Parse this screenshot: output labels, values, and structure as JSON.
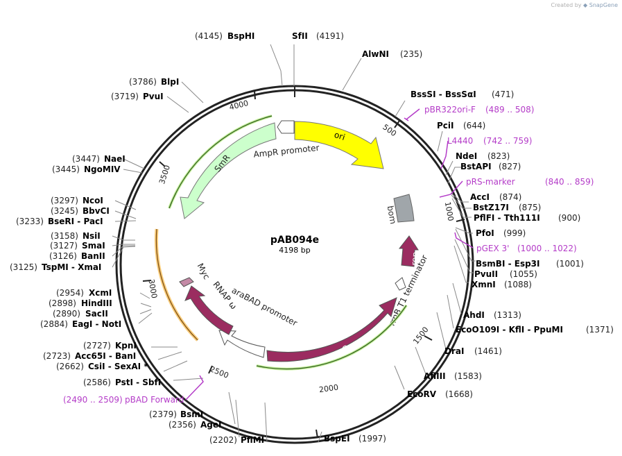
{
  "credit": {
    "prefix": "Created by",
    "brand": "SnapGene"
  },
  "map": {
    "name": "pAB094e",
    "length": "4198 bp",
    "total_bp": 4198
  },
  "ticks": [
    "500",
    "1000",
    "1500",
    "2000",
    "2500",
    "3000",
    "3500",
    "4000"
  ],
  "features": [
    {
      "name": "ori",
      "color": "#ffff00"
    },
    {
      "name": "bom",
      "color": "#a0a6aa"
    },
    {
      "name": "rop",
      "color": "#9b2c60"
    },
    {
      "name": "rrnB T1 terminator",
      "color": "#ffffff"
    },
    {
      "name": "araC",
      "color": "#9b2c60"
    },
    {
      "name": "araBAD promoter",
      "color": "#ffffff"
    },
    {
      "name": "RNAP ω",
      "color": "#9b2c60"
    },
    {
      "name": "Myc",
      "color": "#c48aa6"
    },
    {
      "name": "SmR",
      "color": "#ccffcc"
    },
    {
      "name": "AmpR promoter",
      "color": "#ffffff"
    }
  ],
  "sites": [
    {
      "name": "SfII",
      "pos": "(4191)"
    },
    {
      "name": "BspHI",
      "pos": "(4145)"
    },
    {
      "name": "AlwNI",
      "pos": "(235)"
    },
    {
      "name": "BssSI - BssSαI",
      "pos": "(471)"
    },
    {
      "name": "PciI",
      "pos": "(644)"
    },
    {
      "name": "NdeI",
      "pos": "(823)"
    },
    {
      "name": "BstAPI",
      "pos": "(827)"
    },
    {
      "name": "AccI",
      "pos": "(874)"
    },
    {
      "name": "BstZ17I",
      "pos": "(875)"
    },
    {
      "name": "PflFI - Tth111I",
      "pos": "(900)"
    },
    {
      "name": "PfoI",
      "pos": "(999)"
    },
    {
      "name": "BsmBI - Esp3I",
      "pos": "(1001)"
    },
    {
      "name": "PvuII",
      "pos": "(1055)"
    },
    {
      "name": "XmnI",
      "pos": "(1088)"
    },
    {
      "name": "AhdI",
      "pos": "(1313)"
    },
    {
      "name": "EcoO109I - KflI - PpuMI",
      "pos": "(1371)"
    },
    {
      "name": "DraI",
      "pos": "(1461)"
    },
    {
      "name": "AflIII",
      "pos": "(1583)"
    },
    {
      "name": "EcoRV",
      "pos": "(1668)"
    },
    {
      "name": "BspEI",
      "pos": "(1997)"
    },
    {
      "name": "PflMI",
      "pos": "(2202)"
    },
    {
      "name": "AgeI",
      "pos": "(2356)"
    },
    {
      "name": "BsmI",
      "pos": "(2379)"
    },
    {
      "name": "PstI - SbfI",
      "pos": "(2586)"
    },
    {
      "name": "CsiI - SexAI *",
      "pos": "(2662)"
    },
    {
      "name": "Acc65I - BanI",
      "pos": "(2723)"
    },
    {
      "name": "KpnI",
      "pos": "(2727)"
    },
    {
      "name": "EagI - NotI",
      "pos": "(2884)"
    },
    {
      "name": "SacII",
      "pos": "(2890)"
    },
    {
      "name": "HindIII",
      "pos": "(2898)"
    },
    {
      "name": "XcmI",
      "pos": "(2954)"
    },
    {
      "name": "TspMI - XmaI",
      "pos": "(3125)"
    },
    {
      "name": "BanII",
      "pos": "(3126)"
    },
    {
      "name": "SmaI",
      "pos": "(3127)"
    },
    {
      "name": "NsiI",
      "pos": "(3158)"
    },
    {
      "name": "BseRI - PacI",
      "pos": "(3233)"
    },
    {
      "name": "BbvCI",
      "pos": "(3245)"
    },
    {
      "name": "NcoI",
      "pos": "(3297)"
    },
    {
      "name": "NgoMIV",
      "pos": "(3445)"
    },
    {
      "name": "NaeI",
      "pos": "(3447)"
    },
    {
      "name": "PvuI",
      "pos": "(3719)"
    },
    {
      "name": "BlpI",
      "pos": "(3786)"
    }
  ],
  "primers": [
    {
      "name": "pBR322ori-F",
      "range": "(489 .. 508)"
    },
    {
      "name": "L4440",
      "range": "(742 .. 759)"
    },
    {
      "name": "pRS-marker",
      "range": "(840 .. 859)"
    },
    {
      "name": "pGEX 3'",
      "range": "(1000 .. 1022)"
    },
    {
      "name": "pBAD Forward",
      "range": "(2490 .. 2509)"
    }
  ]
}
